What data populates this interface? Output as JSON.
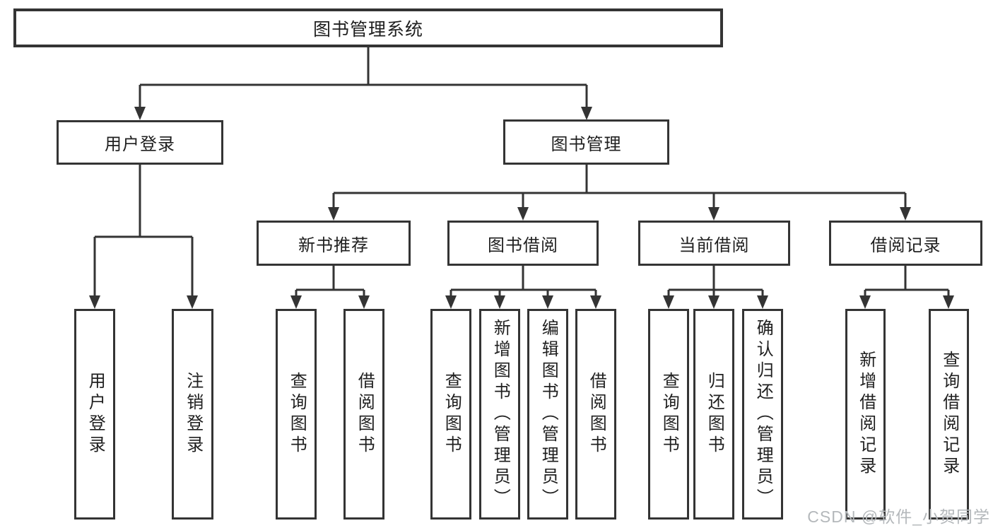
{
  "diagram_type": "hierarchy-tree",
  "colors": {
    "line": "#343434",
    "box_border": "#343434",
    "text": "#1f1f1f",
    "background": "#ffffff",
    "watermark": "#b4b8bb"
  },
  "tree": {
    "root": {
      "label": "图书管理系统",
      "children": [
        {
          "label": "用户登录",
          "children": [
            {
              "label": "用户登录"
            },
            {
              "label": "注销登录"
            }
          ]
        },
        {
          "label": "图书管理",
          "children": [
            {
              "label": "新书推荐",
              "children": [
                {
                  "label": "查询图书"
                },
                {
                  "label": "借阅图书"
                }
              ]
            },
            {
              "label": "图书借阅",
              "children": [
                {
                  "label": "查询图书"
                },
                {
                  "label": "新增图书（管理员）"
                },
                {
                  "label": "编辑图书（管理员）"
                },
                {
                  "label": "借阅图书"
                }
              ]
            },
            {
              "label": "当前借阅",
              "children": [
                {
                  "label": "查询图书"
                },
                {
                  "label": "归还图书"
                },
                {
                  "label": "确认归还（管理员）"
                }
              ]
            },
            {
              "label": "借阅记录",
              "children": [
                {
                  "label": "新增借阅记录"
                },
                {
                  "label": "查询借阅记录"
                }
              ]
            }
          ]
        }
      ]
    }
  },
  "watermark": {
    "text": "CSDN @软件_小贺同学"
  }
}
